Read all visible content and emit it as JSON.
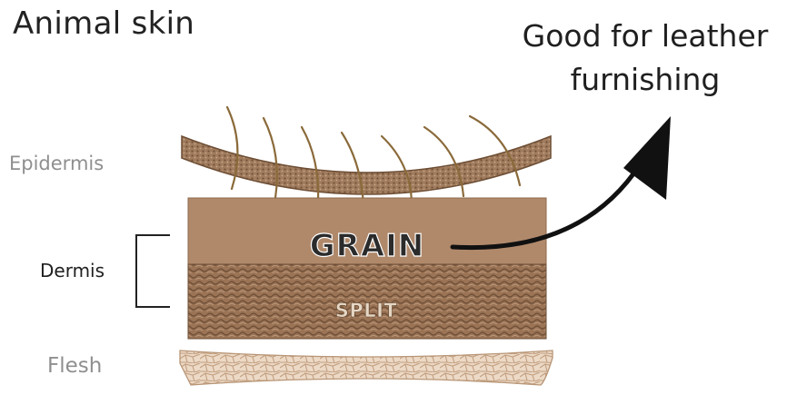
{
  "title": "Animal skin",
  "callout": "Good for leather furnishing",
  "layers": {
    "epidermis": "Epidermis",
    "dermis": "Dermis",
    "flesh": "Flesh"
  },
  "dermis_parts": {
    "grain": "GRAIN",
    "split": "SPLIT"
  },
  "colors": {
    "grain": "#b0896b",
    "split": "#9a7254",
    "epidermis": "#a47f61",
    "flesh": "#e8d3bf",
    "hair": "#8a6a3a"
  }
}
